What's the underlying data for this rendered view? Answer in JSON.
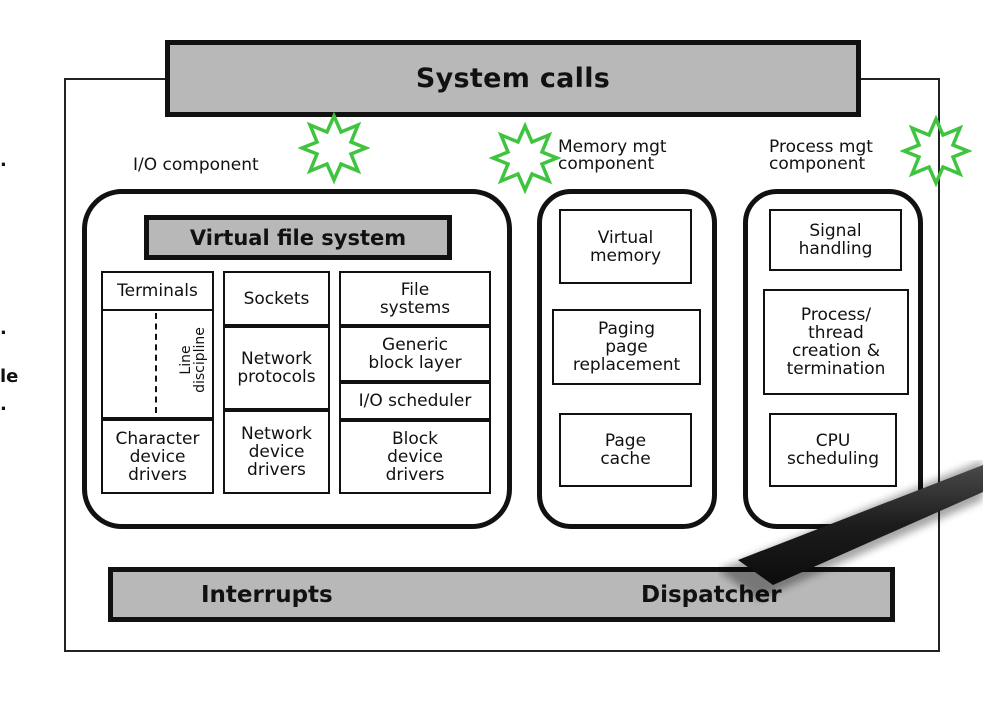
{
  "title": "System calls",
  "bottom_bar": {
    "left": "Interrupts",
    "right": "Dispatcher"
  },
  "components": {
    "io": {
      "label": "I/O component",
      "vfs": "Virtual file system",
      "terminals": "Terminals",
      "line_discipline": "Line\ndiscipline",
      "char_drivers": "Character\ndevice\ndrivers",
      "sockets": "Sockets",
      "net_protocols": "Network\nprotocols",
      "net_drivers": "Network\ndevice\ndrivers",
      "file_systems": "File\nsystems",
      "block_layer": "Generic\nblock layer",
      "io_scheduler": "I/O scheduler",
      "block_drivers": "Block\ndevice\ndrivers"
    },
    "memory": {
      "label": "Memory mgt\ncomponent",
      "virtual_memory": "Virtual\nmemory",
      "paging": "Paging\npage\nreplacement",
      "page_cache": "Page\ncache"
    },
    "process": {
      "label": "Process mgt\ncomponent",
      "signal": "Signal\nhandling",
      "thread": "Process/\nthread\ncreation &\ntermination",
      "cpu": "CPU\nscheduling"
    }
  },
  "edge_text": {
    "a": ".",
    "b": ".",
    "c": "le",
    "d": "."
  },
  "colors": {
    "bar_gray": "#b8b8b8",
    "star_green": "#3fc43f"
  }
}
